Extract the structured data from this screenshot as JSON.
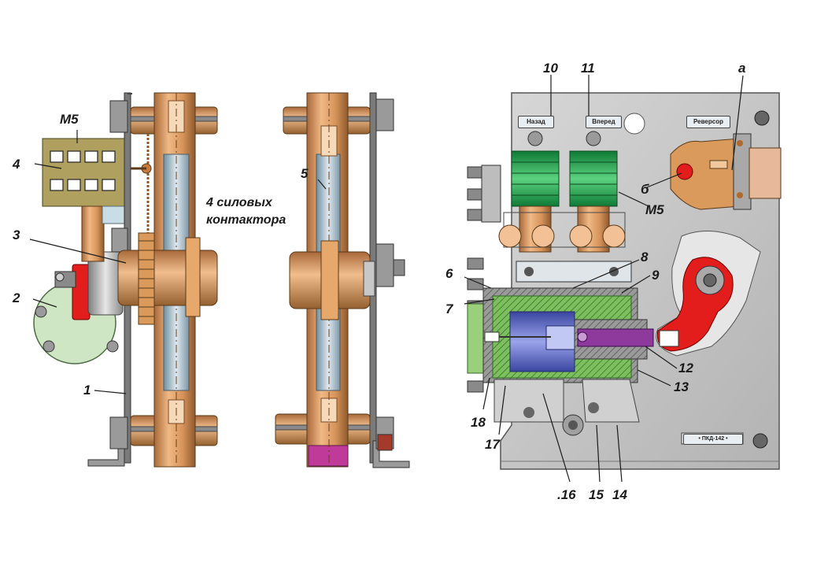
{
  "caption": {
    "line1": "4 силовых",
    "line2": "контактора"
  },
  "plates": {
    "back": "Назад",
    "forward": "Вперед",
    "reversor": "Реверсор",
    "model": "• ПКД-142 •"
  },
  "labels": {
    "left": {
      "m5": "М5",
      "n4": "4",
      "n3": "3",
      "n2": "2",
      "n1": "1",
      "n5": "5"
    },
    "right": {
      "n10": "10",
      "n11": "11",
      "a": "а",
      "b": "б",
      "m5": "М5",
      "n6": "6",
      "n7": "7",
      "n8": "8",
      "n9": "9",
      "n12": "12",
      "n13": "13",
      "n14": "14",
      "n15": "15",
      "n16": ".16",
      "n17": "17",
      "n18": "18"
    }
  },
  "colors": {
    "copper": "#d99a5b",
    "copper_dark": "#8a5a2c",
    "steel": "#b8b8b8",
    "plate": "#c9c9c9",
    "coil_green": "#33a852",
    "red_cam": "#e31c1c",
    "violet_rod": "#8e3a9c",
    "blue_cyl": "#6b78c8",
    "green_housing": "#9bd07a",
    "olive_block": "#a89b5a"
  }
}
